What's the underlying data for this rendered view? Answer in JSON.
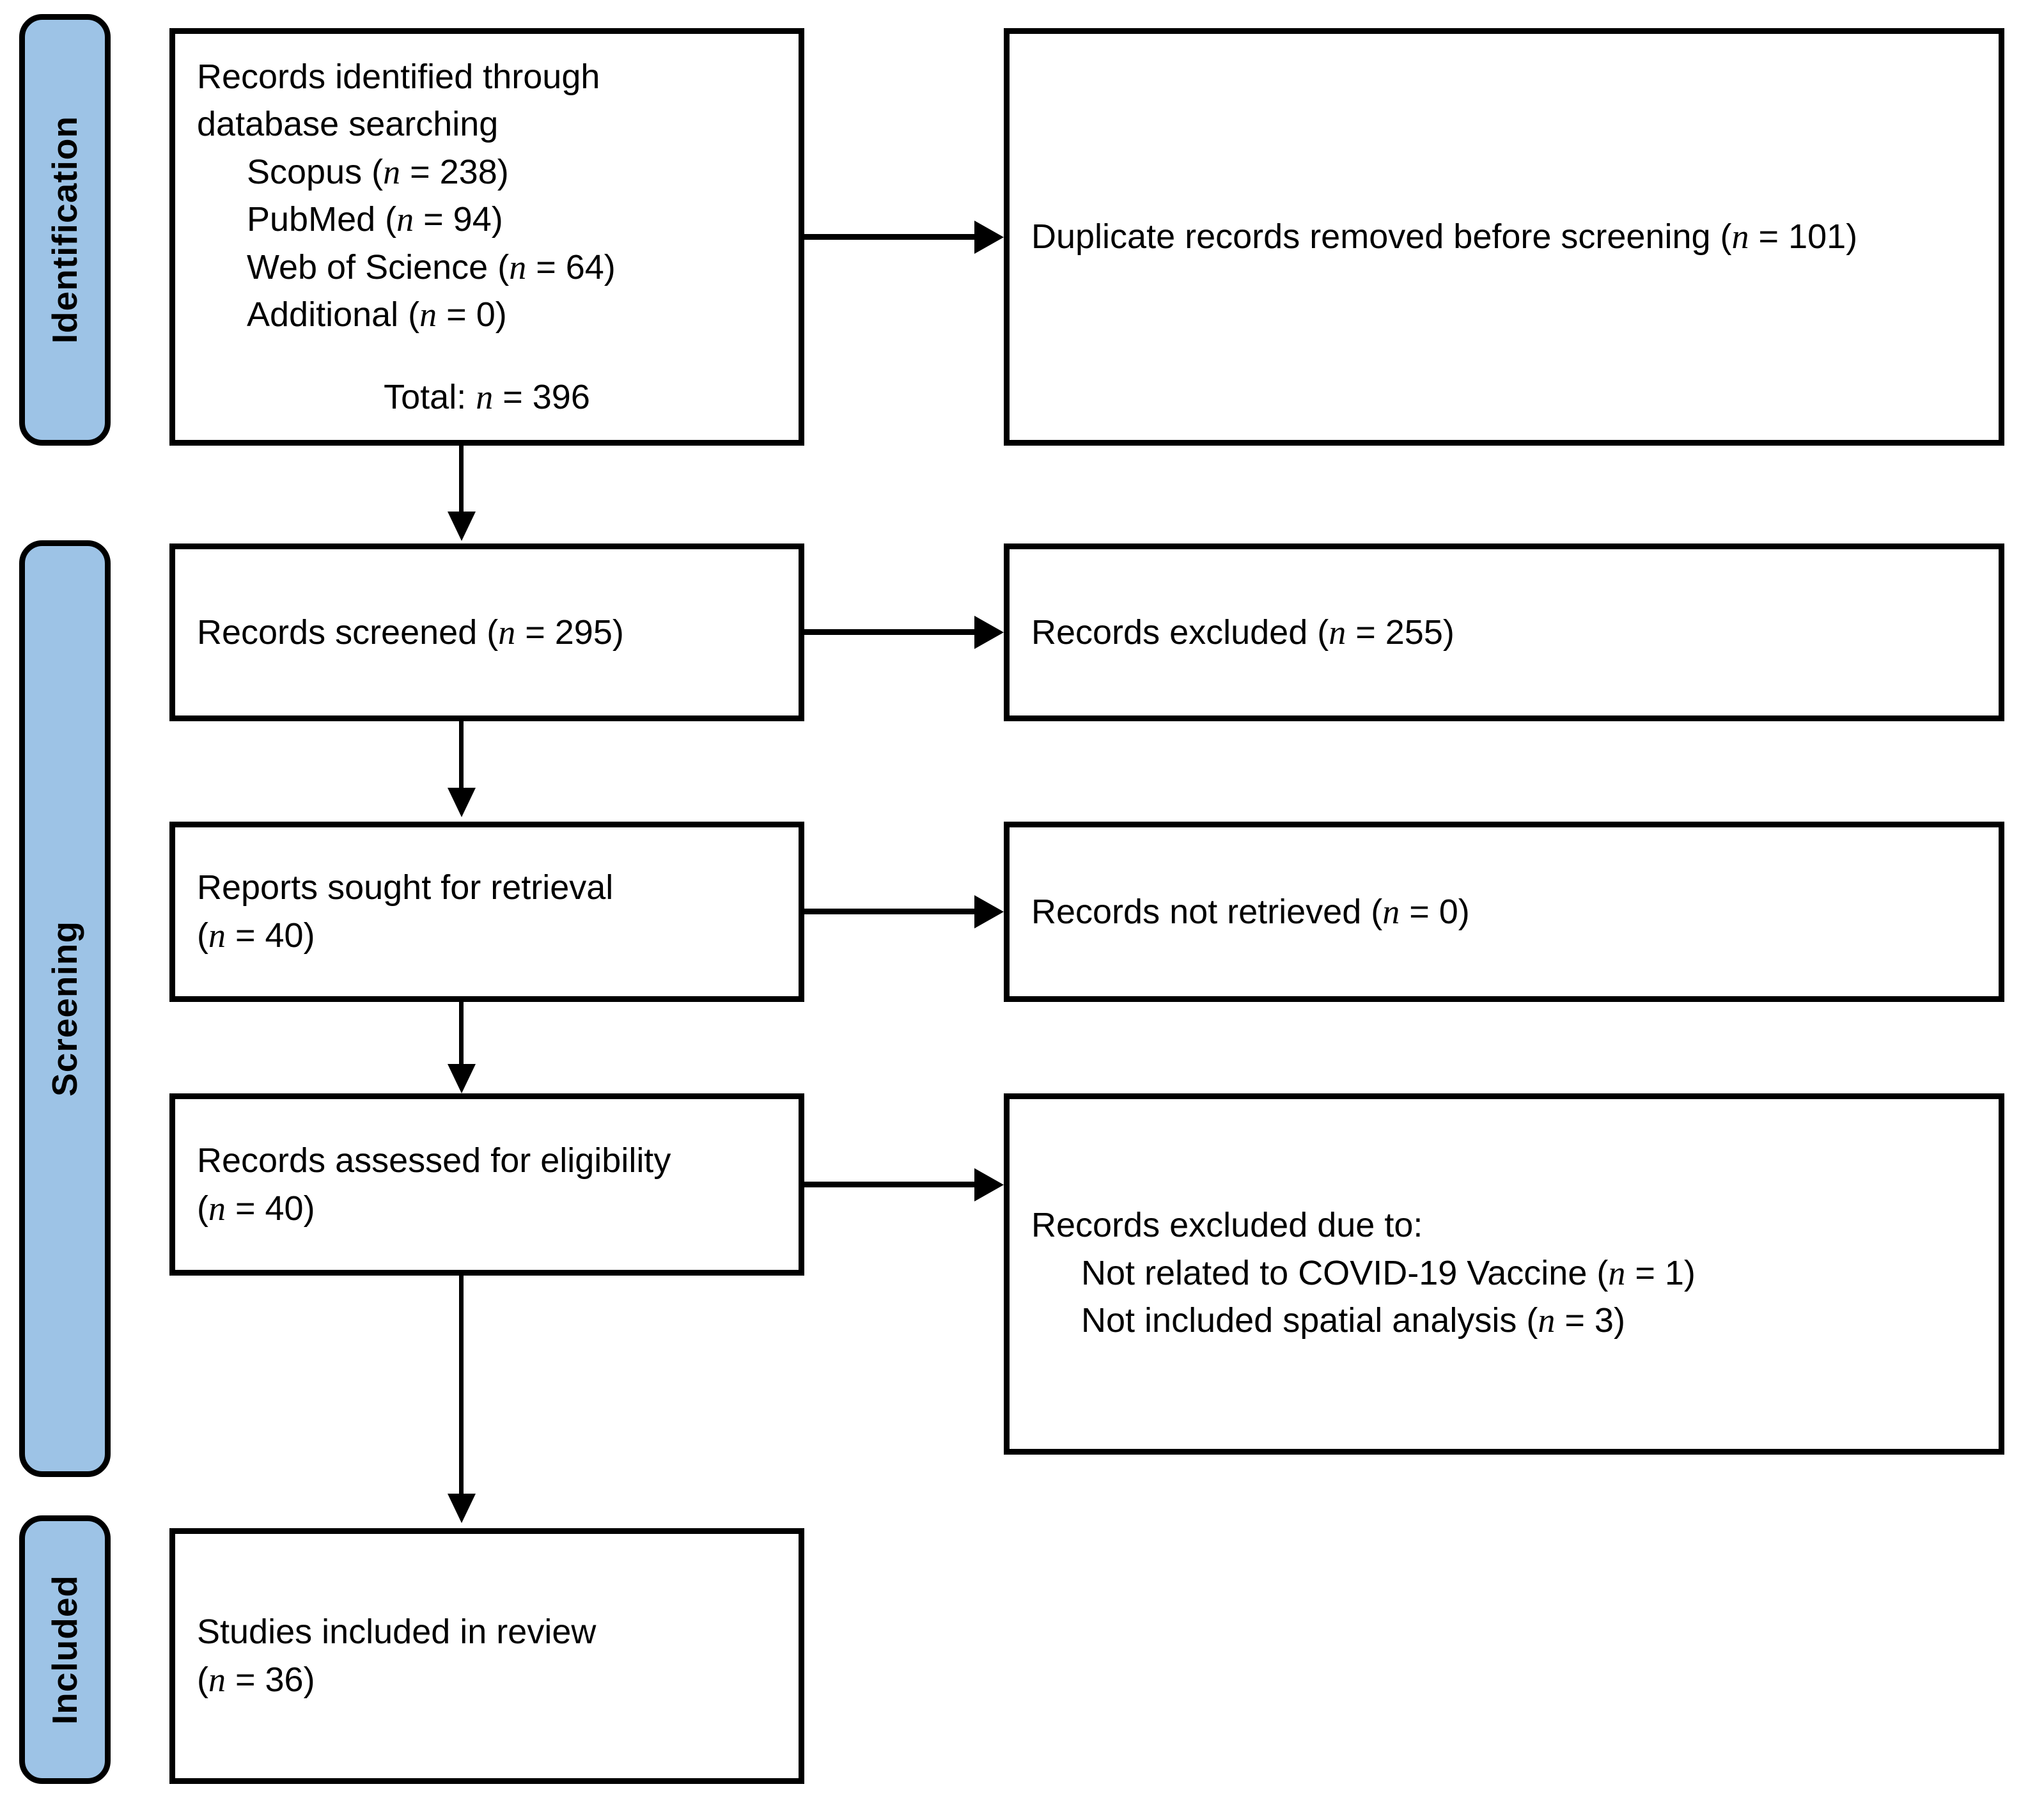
{
  "diagram": {
    "title": "PRISMA flow diagram",
    "accent_color": "#9DC3E6",
    "line_color": "#000000",
    "background_color": "#FFFFFF"
  },
  "stages": [
    {
      "id": "identification",
      "label": "Identification"
    },
    {
      "id": "screening",
      "label": "Screening"
    },
    {
      "id": "included",
      "label": "Included"
    }
  ],
  "boxes": {
    "identified": {
      "line1": "Records identified through",
      "line2": "database searching",
      "source1_name": "Scopus (",
      "source1_n": "n",
      "source1_val": " = 238)",
      "source2_name": "PubMed (",
      "source2_n": "n",
      "source2_val": " = 94)",
      "source3_name": "Web of Science (",
      "source3_n": "n",
      "source3_val": " = 64)",
      "source4_name": "Additional (",
      "source4_n": "n",
      "source4_val": " = 0)",
      "total_prefix": "Total: ",
      "total_n": "n",
      "total_val": " = 396"
    },
    "duplicates_removed": {
      "text_before": "Duplicate records removed before screening (",
      "n": "n",
      "text_after": " = 101)"
    },
    "records_screened": {
      "text_before": "Records screened (",
      "n": "n",
      "text_after": " = 295)"
    },
    "records_excluded": {
      "text_before": "Records excluded (",
      "n": "n",
      "text_after": " = 255)"
    },
    "reports_sought": {
      "line1": "Reports sought for retrieval",
      "line2_before": "(",
      "n": "n",
      "line2_after": " = 40)"
    },
    "records_not_retrieved": {
      "text_before": "Records not retrieved (",
      "n": "n",
      "text_after": " = 0)"
    },
    "records_assessed": {
      "line1": "Records assessed for eligibility",
      "line2_before": "(",
      "n": "n",
      "line2_after": " = 40)"
    },
    "excluded_reasons": {
      "heading": "Records excluded due to:",
      "reason1_before": "Not related to COVID-19 Vaccine (",
      "reason1_n": "n",
      "reason1_after": " = 1)",
      "reason2_before": "Not included spatial analysis (",
      "reason2_n": "n",
      "reason2_after": " = 3)"
    },
    "studies_included": {
      "line1": "Studies included in review",
      "line2_before": "(",
      "n": "n",
      "line2_after": " = 36)"
    }
  }
}
